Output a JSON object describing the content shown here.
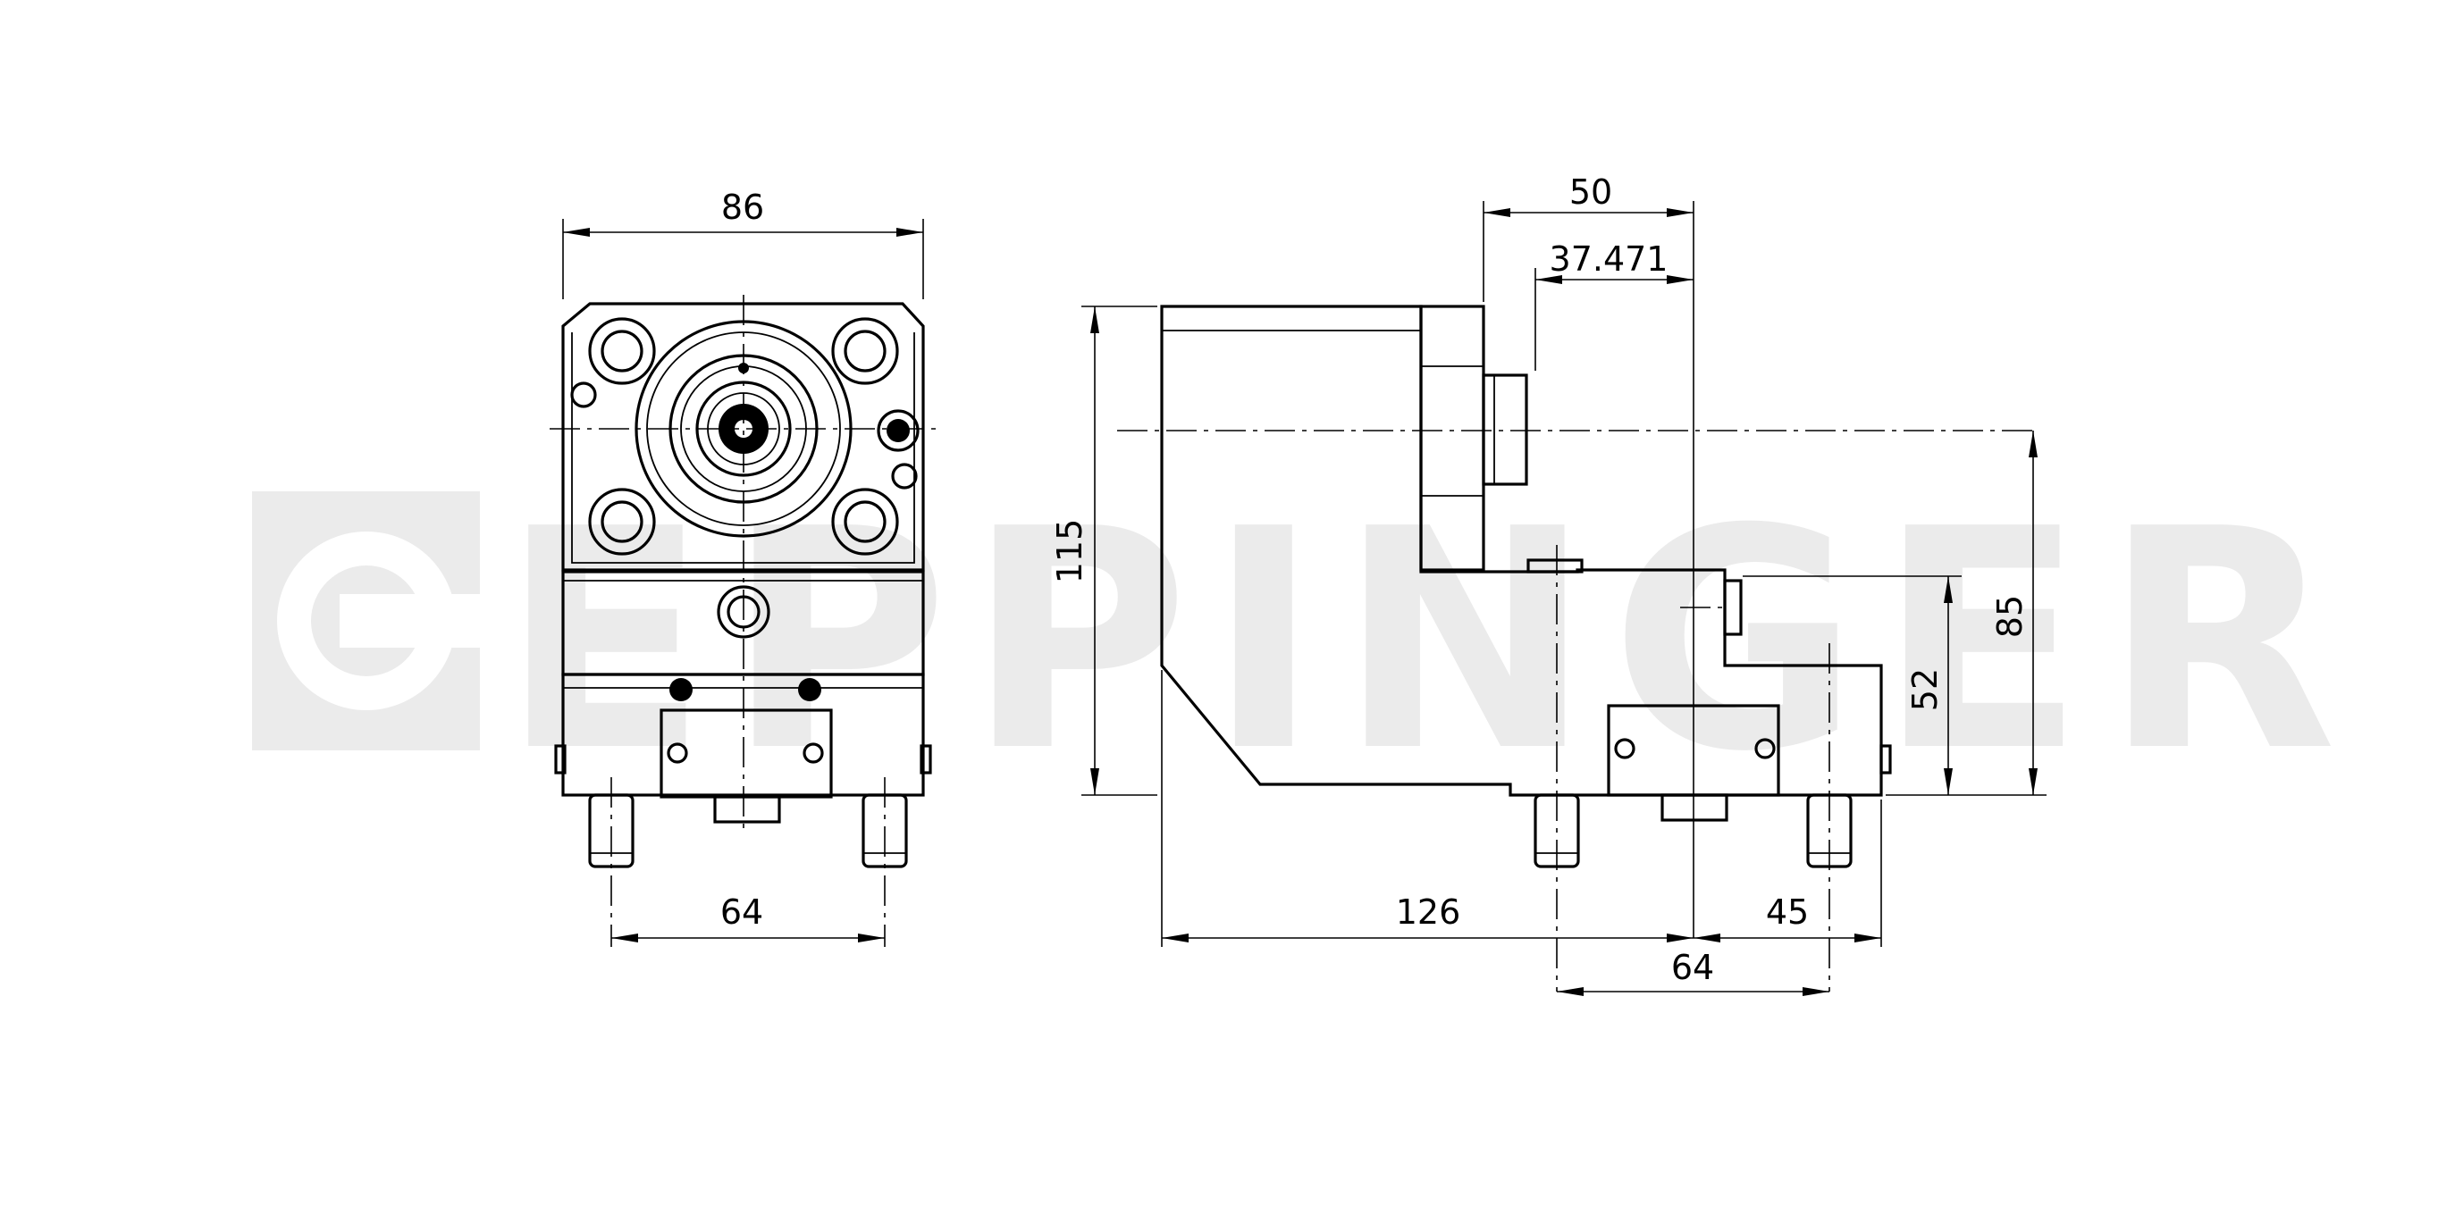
{
  "brand": {
    "watermark_text": "EPPINGER",
    "watermark_color": "#ebebeb"
  },
  "front_view": {
    "width_dim": "86",
    "bolt_spacing_dim": "64"
  },
  "side_view": {
    "height_dim": "115",
    "overhang_dim": "50",
    "spindle_offset_dim": "37.471",
    "center_height_dim": "85",
    "step_height_dim": "52",
    "body_length_dim": "126",
    "rear_length_dim": "45",
    "pin_spacing_dim": "64"
  },
  "colors": {
    "line": "#000000",
    "background": "#ffffff"
  }
}
